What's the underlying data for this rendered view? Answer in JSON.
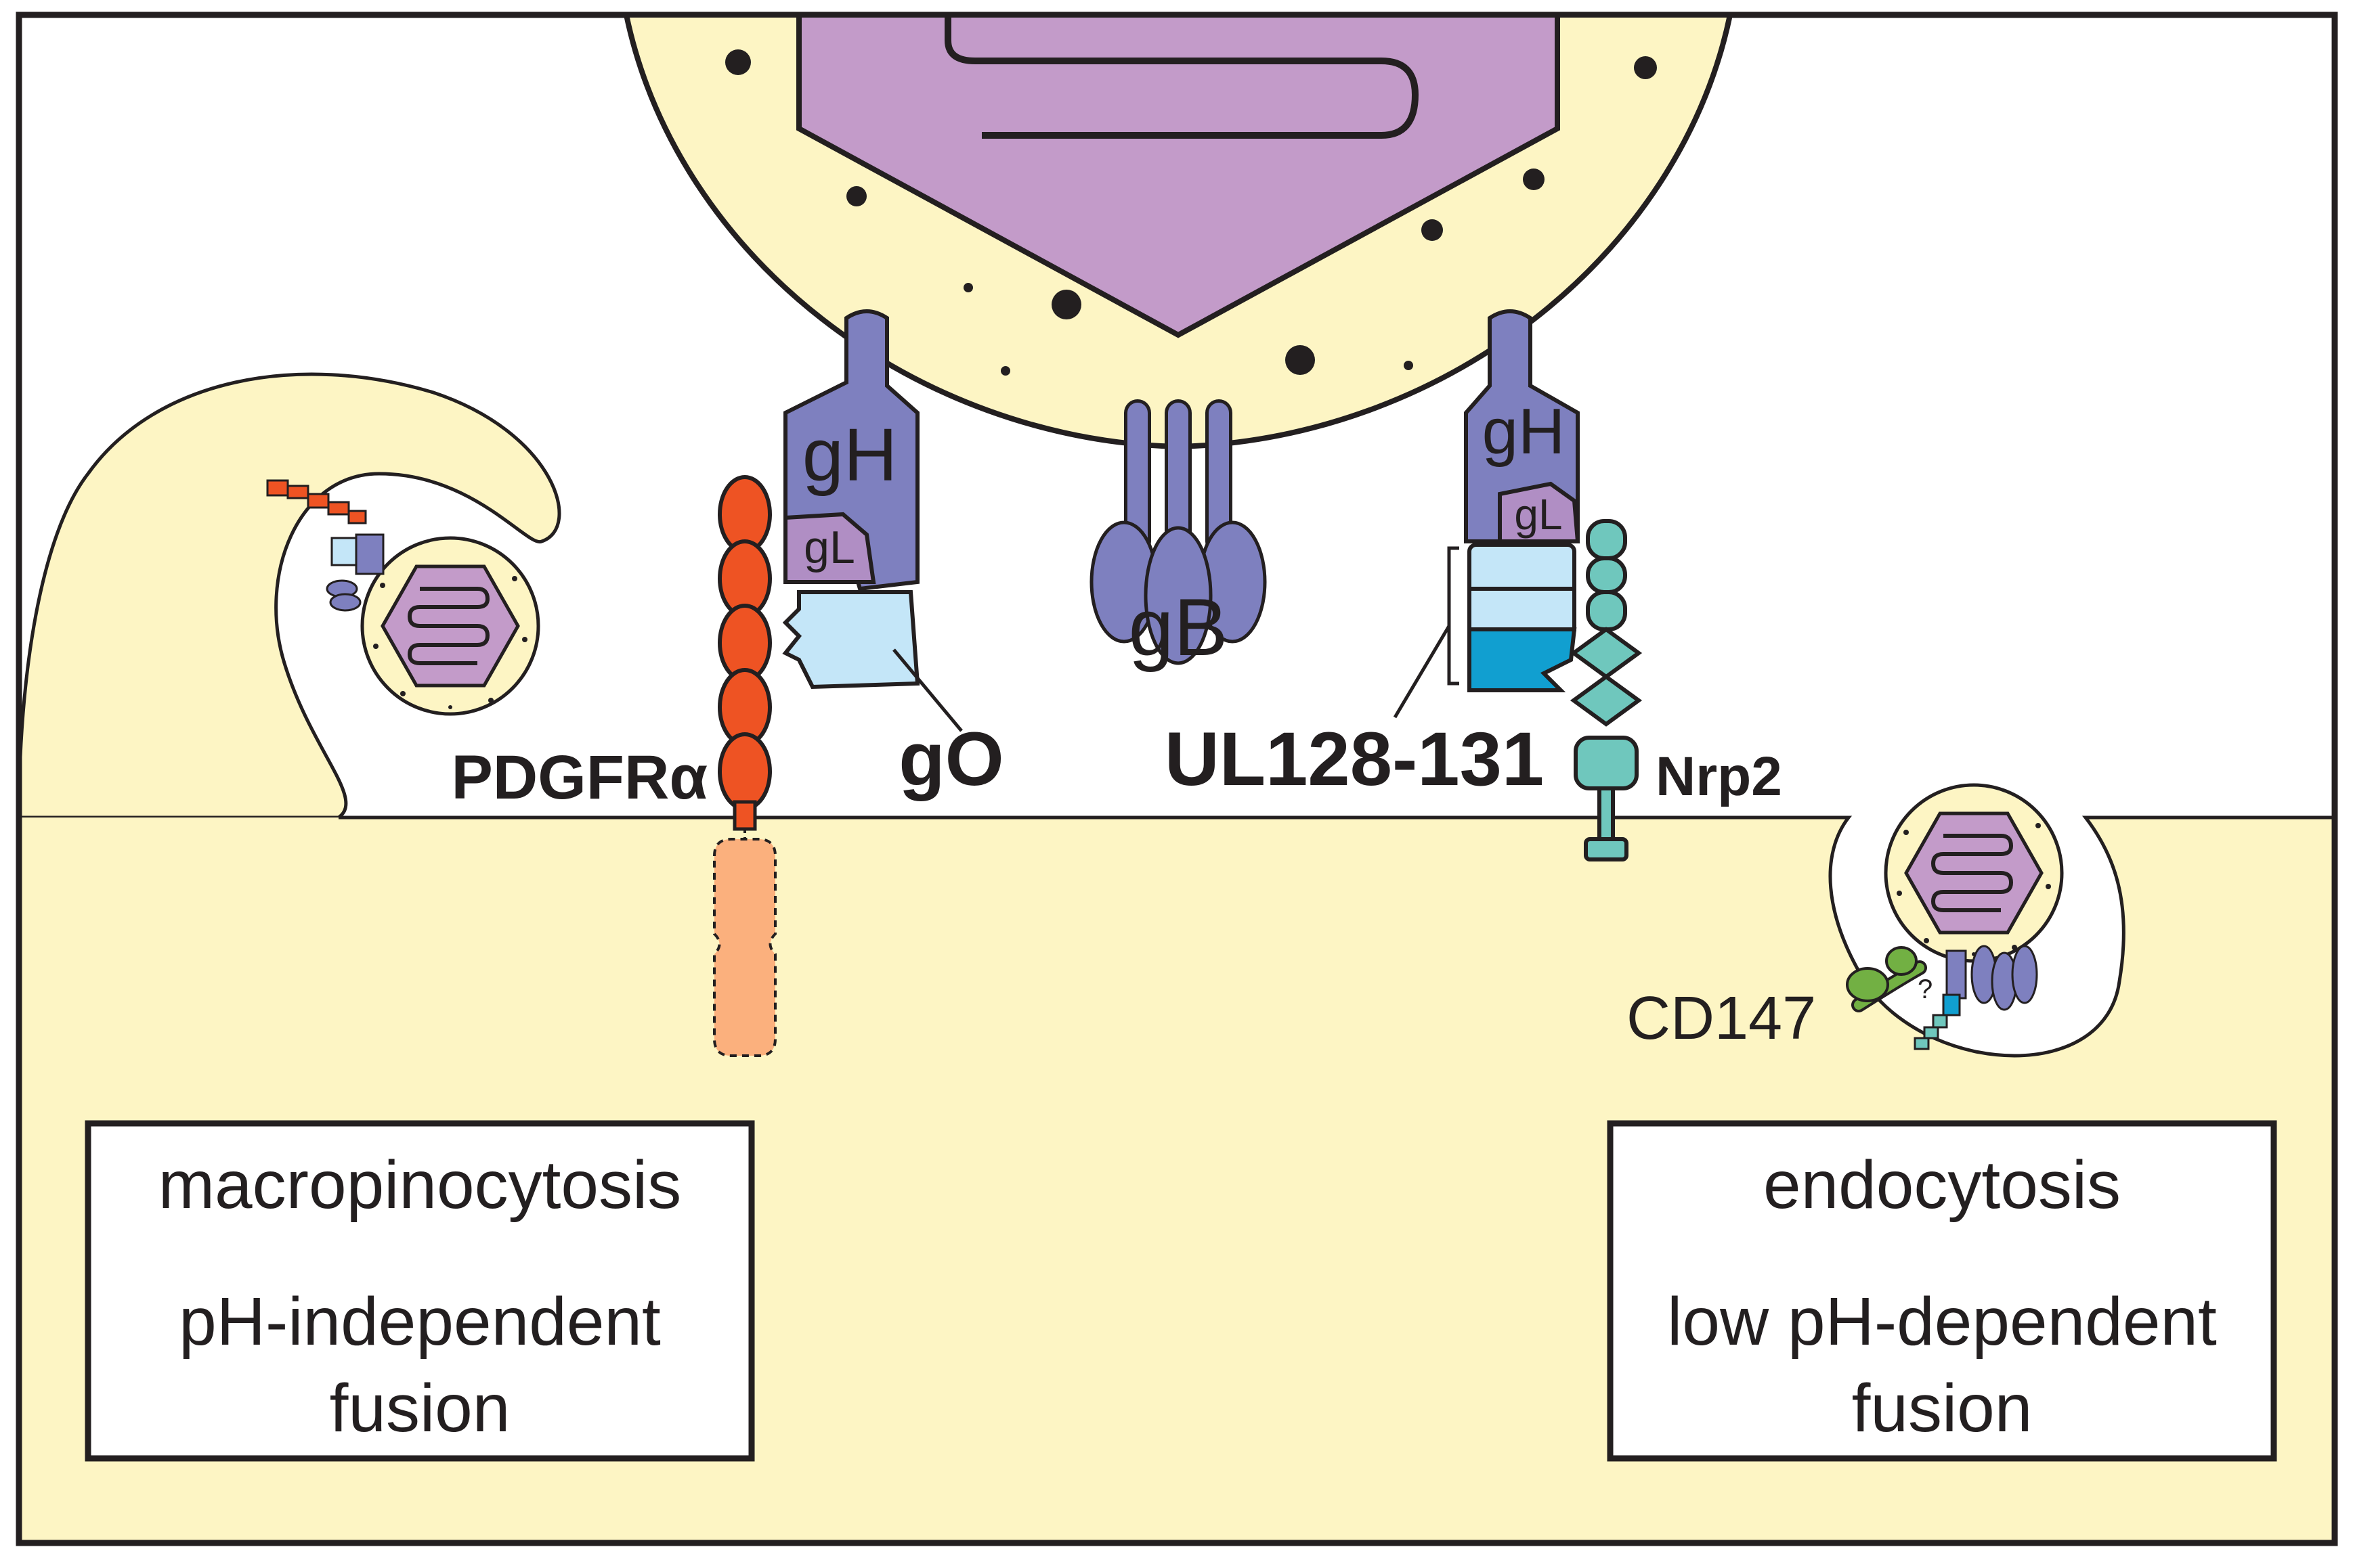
{
  "labels": {
    "gH_left": "gH",
    "gL_left": "gL",
    "gO": "gO",
    "gB": "gB",
    "gH_right": "gH",
    "gL_right": "gL",
    "ul128": "UL128-131",
    "nrp2": "Nrp2",
    "pdgfra": "PDGFRα",
    "cd147": "CD147",
    "question": "?"
  },
  "left_box": {
    "line1": "macropinocytosis",
    "line2": "pH-independent",
    "line3": "fusion"
  },
  "right_box": {
    "line1": "endocytosis",
    "line2": "low pH-dependent",
    "line3": "fusion"
  },
  "colors": {
    "cell": "#fdf5c4",
    "outline": "#231f20",
    "capsid": "#c39bc9",
    "gH": "#7e80bf",
    "gL": "#b08ec4",
    "gO": "#c4e6f8",
    "ul_light": "#c4e6f8",
    "ul_dark": "#119fd0",
    "nrp2": "#6fc7bd",
    "pdgfra": "#ee5323",
    "pdgfra_intracellular": "#fbb07d",
    "cd147": "#72b043"
  }
}
